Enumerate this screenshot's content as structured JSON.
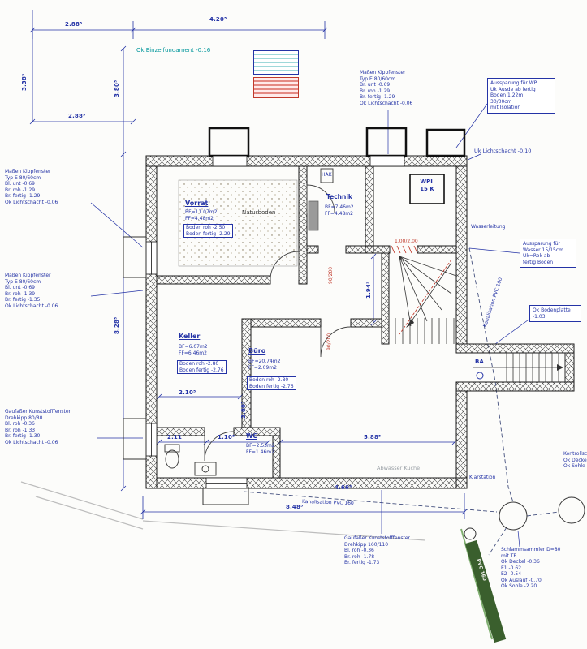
{
  "drawing": {
    "kind": "basement floor plan (Kellergeschoss)",
    "colors": {
      "dimension_blue": "#2433a6",
      "teal": "#00969b",
      "annotation_red": "#c0392b",
      "pipe_green": "#3a5f2d",
      "terrain_grey": "#9aa0a6"
    }
  },
  "dims": {
    "top_a": "2.88⁵",
    "top_b": "4.20⁵",
    "left_a": "3.38⁵",
    "left_b": "3.80⁵",
    "mid_a": "2.88⁵",
    "left_tall": "8.28⁵",
    "keller_w": "2.10⁵",
    "keller_h": "3.00⁵",
    "wc_a": "2.11",
    "wc_b": "1.10⁵",
    "buero_w": "5.88⁵",
    "stair_h": "1.94²",
    "bottom_total": "8.48⁵",
    "bottom_mid": "4.66⁵"
  },
  "rooms": {
    "vorrat": {
      "name": "Vorrat",
      "metrics": "BF=11.07m2\nFF=4.48m2",
      "floor": "Boden roh  -2.50\nBoden fertig -2.29",
      "surface": "Naturboden"
    },
    "technik": {
      "name": "Technik",
      "metrics": "BF=7.46m2\nFF=4.48m2"
    },
    "wpl": {
      "name": "WPL\n15 K"
    },
    "keller": {
      "name": "Keller",
      "metrics": "BF=6.07m2\nFF=6.46m2",
      "floor": "Boden roh  -2.80\nBoden fertig -2.76"
    },
    "buero": {
      "name": "Büro",
      "metrics": "BF=20.74m2\nFF=2.09m2",
      "floor": "Boden roh  -2.80\nBoden fertig -2.76"
    },
    "wc": {
      "name": "WC",
      "metrics": "BF=2.53m2\nFF=1.46m2"
    }
  },
  "notes": {
    "einzelfundament": "Ok Einzelfundament -0.16",
    "uk_lichtschacht": "Uk Lichtschacht  -0.10",
    "window_top": "Maßen Kippfenster\nTyp E 80/60cm\nBr. unt  -0.69\nBr. roh  -1.29\nBr. fertig -1.29\nOk Lichtschacht -0.06",
    "wp_box": "Aussparung für WP\nUk Ausde ab fertig\nBoden 1.22m\n30/30cm\nmit Isolation",
    "window_left1": "Maßen Kippfenster\nTyp E 80/60cm\nBl. unt  -0.69\nBr. roh  -1.29\nBr. fertig -1.29\nOk Lichtschacht -0.06",
    "window_left2": "Maßen Kippfenster\nTyp E 80/60cm\nBl. unt  -0.69\nBr. roh  -1.39\nBr. fertig -1.35\nOk Lichtschacht -0.06",
    "window_left3": "Gaufaßer Kunststofffenster\nDrehkipp 80/80\nBl. roh  -0.36\nBr. roh  -1.33\nBr. fertig -1.30\nOk Lichtschacht -0.06",
    "window_bottom": "Gaufaßer Kunststofffenster\nDrehkipp 160/110\nBl. roh  -0.36\nBr. roh  -1.78\nBr. fertig -1.73",
    "schlammsammler": "Schlammsammler D=80\nmit TB\nOk Deckel -0.36\nE1 -0.62\nE2 -0.54\nOk Auslauf -0.70\nOk Sohle -2.20",
    "wasser_box": "Aussparung für\nWasser 15/15cm\nUk=Rok ab\nfertig Boden",
    "ok_boden": "Ok Bodenplatte\n-1.03",
    "kanal_right": "Kanalisation PVC 100",
    "kanal_bottom": "Kanalisation PVC 160",
    "abwasser": "Abwasser Küche",
    "ba": "BA",
    "klaerstation": "Klärstation",
    "kontroll": "Kontrollschacht\nOk Deckel\nOk Sohle",
    "wasserleitung": "Wasserleitung",
    "hak": "HAK",
    "pipe_label": "PVC 160",
    "door_small": "90/200",
    "door_buero": "90/200",
    "door_stair": "1.00/2.00"
  }
}
